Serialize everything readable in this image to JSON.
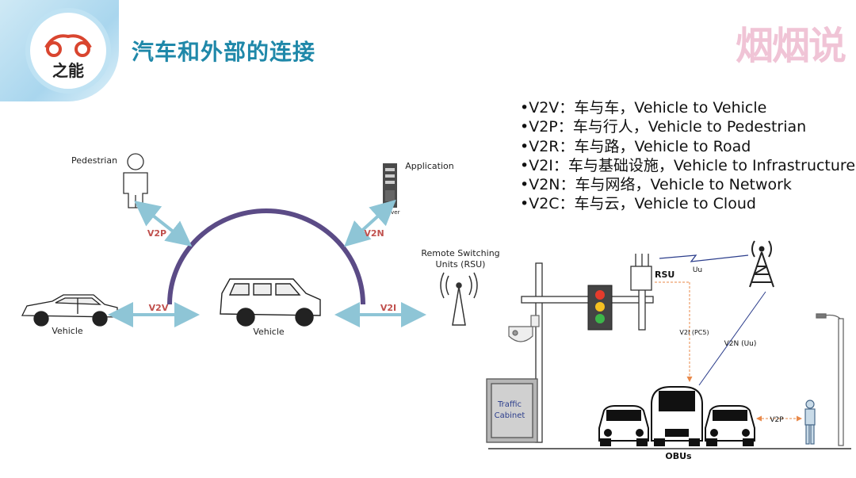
{
  "header": {
    "logo_text": "之能",
    "title": "汽车和外部的连接",
    "brand": "烟烟说"
  },
  "bullets": [
    "•V2V：车与车，Vehicle to Vehicle",
    "•V2P：车与行人，Vehicle to Pedestrian",
    "•V2R：车与路，Vehicle to Road",
    "•V2I：车与基础设施，Vehicle to Infrastructure",
    "•V2N：车与网络，Vehicle to Network",
    "•V2C：车与云，Vehicle to Cloud"
  ],
  "left_diagram": {
    "pedestrian": "Pedestrian",
    "application": "Application",
    "server": "Server",
    "vehicle_left": "Vehicle",
    "vehicle_center": "Vehicle",
    "rsu": "Remote Switching Units (RSU)",
    "v2p": "V2P",
    "v2n": "V2N",
    "v2v": "V2V",
    "v2i": "V2I",
    "colors": {
      "arc": "#5b4b86",
      "arrow": "#8ec5d6",
      "link_label": "#c0504d"
    }
  },
  "right_diagram": {
    "rsu": "RSU",
    "uu": "Uu",
    "v2i_pc5": "V2I (PC5)",
    "v2n_uu": "V2N (Uu)",
    "v2p": "V2P",
    "traffic_cabinet": "Traffic Cabinet",
    "obus": "OBUs"
  }
}
